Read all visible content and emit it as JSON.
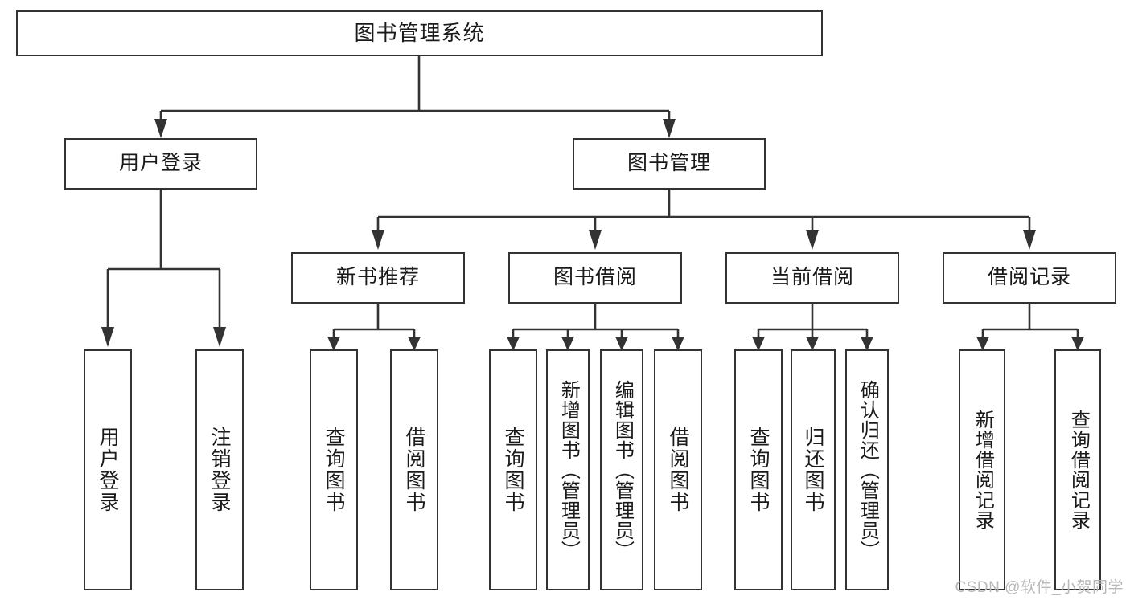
{
  "diagram": {
    "title": "图书管理系统",
    "type": "tree",
    "watermark": "CSDN @软件_小贺同学",
    "colors": {
      "stroke": "#333333",
      "fill": "#ffffff",
      "text": "#1a1a1a",
      "watermark": "#b8b8b8"
    },
    "root": {
      "label": "图书管理系统"
    },
    "level1": [
      {
        "label": "用户登录"
      },
      {
        "label": "图书管理"
      }
    ],
    "level2": [
      {
        "label": "新书推荐"
      },
      {
        "label": "图书借阅"
      },
      {
        "label": "当前借阅"
      },
      {
        "label": "借阅记录"
      }
    ],
    "leaves": {
      "user_login": [
        {
          "label": "用户登录"
        },
        {
          "label": "注销登录"
        }
      ],
      "new_book": [
        {
          "label": "查询图书"
        },
        {
          "label": "借阅图书"
        }
      ],
      "borrow": [
        {
          "label": "查询图书"
        },
        {
          "label": "新增图书（管理员）"
        },
        {
          "label": "编辑图书（管理员）"
        },
        {
          "label": "借阅图书"
        }
      ],
      "current": [
        {
          "label": "查询图书"
        },
        {
          "label": "归还图书"
        },
        {
          "label": "确认归还（管理员）"
        }
      ],
      "records": [
        {
          "label": "新增借阅记录"
        },
        {
          "label": "查询借阅记录"
        }
      ]
    }
  }
}
